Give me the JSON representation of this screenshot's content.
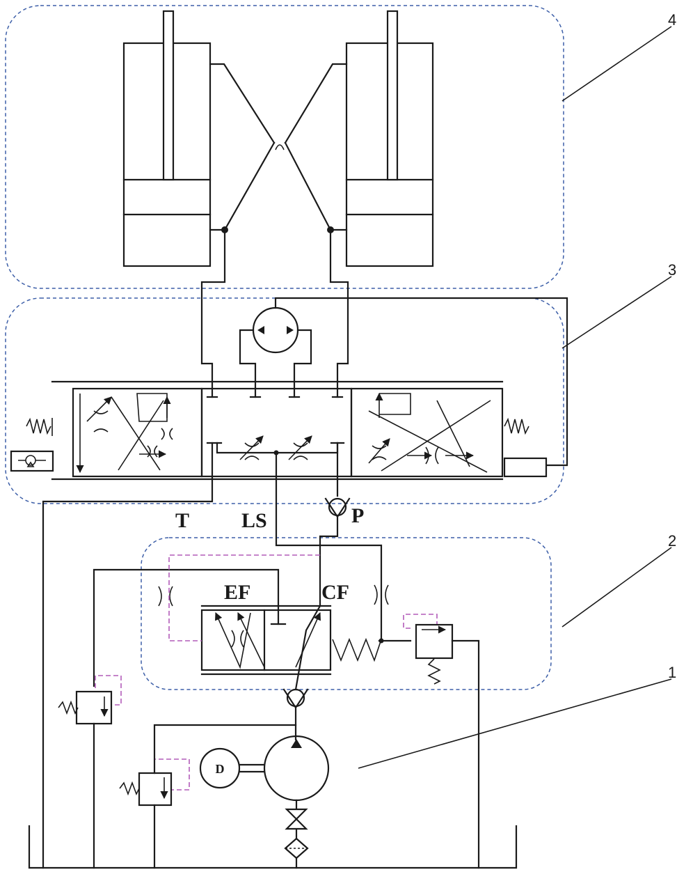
{
  "callouts": [
    "1",
    "2",
    "3",
    "4"
  ],
  "ports": {
    "tank": "T",
    "load_sense": "LS",
    "pressure": "P"
  },
  "compensator": {
    "excess_flow": "EF",
    "controlled_flow": "CF"
  },
  "motor": {
    "label": "D"
  },
  "colors": {
    "group_border": "#3d5fa8",
    "pilot_line": "#b25bb9",
    "line": "#1a1a1a"
  }
}
